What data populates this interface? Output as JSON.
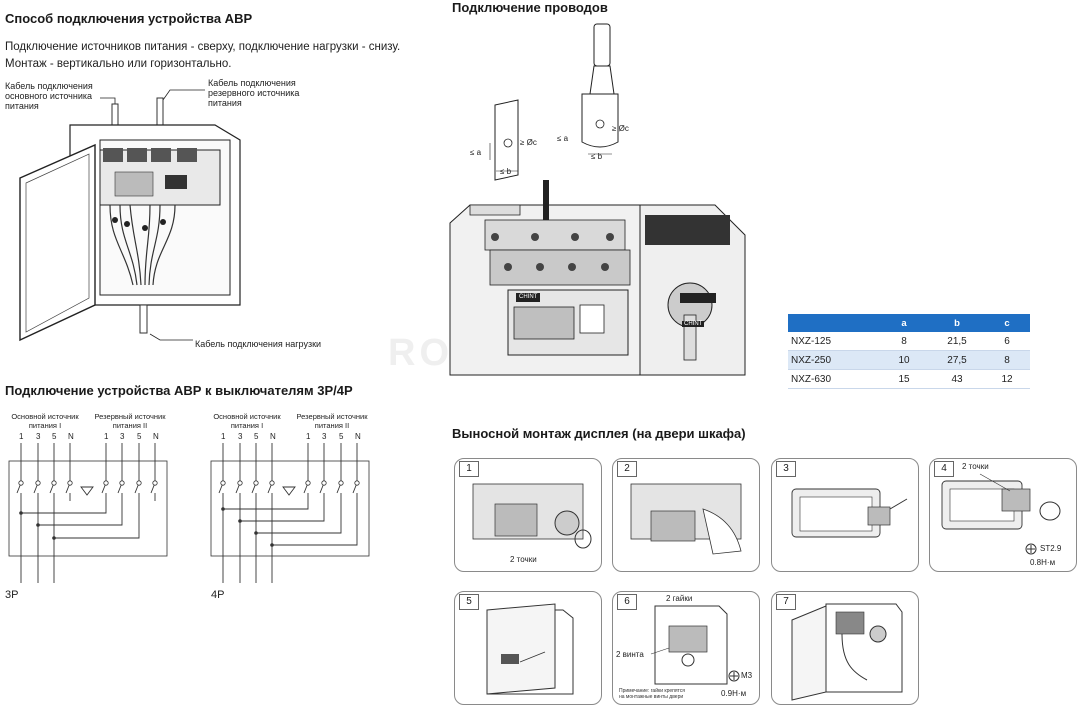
{
  "left": {
    "title": "Способ подключения устройства АВР",
    "desc_line1": "Подключение источников питания - сверху, подключение нагрузки - снизу.",
    "desc_line2": "Монтаж - вертикально или горизонтально.",
    "callout_main": "Кабель подключения основного источника питания",
    "callout_reserve": "Кабель подключения резервного источника питания",
    "callout_load": "Кабель подключения нагрузки",
    "schemes_title": "Подключение устройства АВР к выключателям 3P/4P",
    "scheme_3p": {
      "label_source1": "Основной источник питания I",
      "label_source2": "Резервный источник питания II",
      "terminals_1": [
        "1",
        "3",
        "5",
        "N"
      ],
      "terminals_2": [
        "1",
        "3",
        "5",
        "N"
      ],
      "pole_label": "3P"
    },
    "scheme_4p": {
      "label_source1": "Основной источник питания I",
      "label_source2": "Резервный источник питания II",
      "terminals_1": [
        "1",
        "3",
        "5",
        "N"
      ],
      "terminals_2": [
        "1",
        "3",
        "5",
        "N"
      ],
      "pole_label": "4P"
    }
  },
  "right": {
    "wires_title": "Подключение проводов",
    "dim_a": "≤ a",
    "dim_b": "≤ b",
    "dim_c": "≥ Øc",
    "brand": "CHINT",
    "watermark": "ROSS        GROUP",
    "table": {
      "headers": [
        "",
        "a",
        "b",
        "c"
      ],
      "rows": [
        [
          "NXZ-125",
          "8",
          "21,5",
          "6"
        ],
        [
          "NXZ-250",
          "10",
          "27,5",
          "8"
        ],
        [
          "NXZ-630",
          "15",
          "43",
          "12"
        ]
      ]
    },
    "remote_title": "Выносной монтаж дисплея (на двери шкафа)",
    "steps": [
      {
        "num": "1",
        "note": "2 точки"
      },
      {
        "num": "2",
        "note": ""
      },
      {
        "num": "3",
        "note": ""
      },
      {
        "num": "4",
        "note": "2 точки",
        "screw": "ST2.9",
        "torque": "0.8Н·м"
      },
      {
        "num": "5",
        "note": ""
      },
      {
        "num": "6",
        "note_top": "2 гайки",
        "note_left": "2 винта",
        "screw": "M3",
        "torque": "0.9Н·м",
        "footnote_1": "Примечание: гайки крепятся",
        "footnote_2": "на монтажные винты двери"
      },
      {
        "num": "7",
        "note": ""
      }
    ]
  }
}
